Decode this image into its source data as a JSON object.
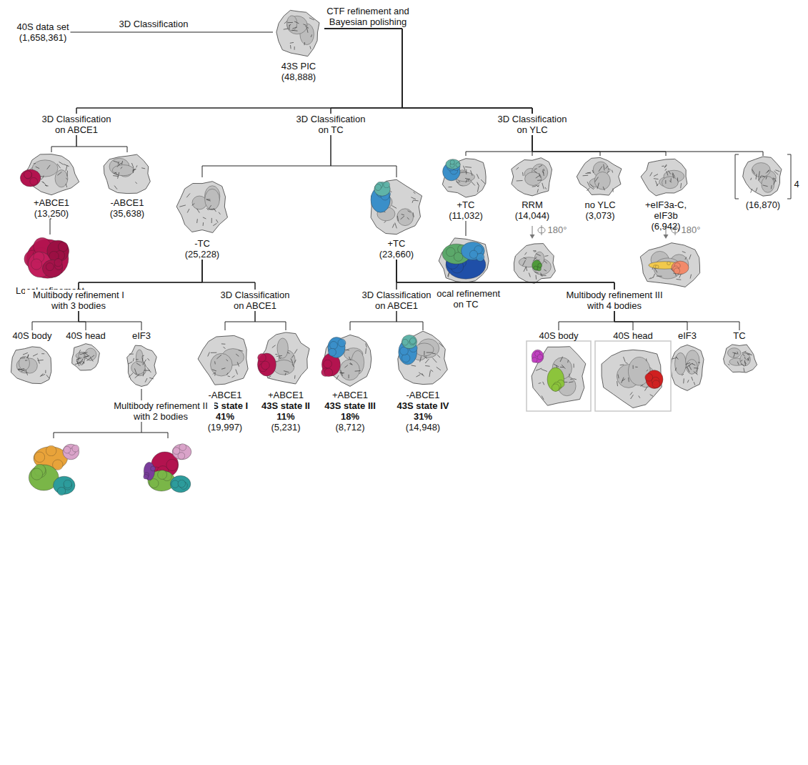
{
  "diagram": {
    "nodes": [
      {
        "text": [
          "40S data set",
          "(1,658,361)"
        ]
      },
      {
        "text": [
          "43S PIC",
          "(48,888)"
        ]
      },
      {
        "text": [
          "+ABCE1",
          "(13,250)"
        ]
      },
      {
        "text": [
          "-ABCE1",
          "(35,638)"
        ]
      },
      {
        "text": [
          "Local refinement on ABCE1"
        ]
      },
      {
        "text": [
          "+TC",
          "(11,032)"
        ]
      },
      {
        "text": [
          "RRM",
          "(14,044)"
        ]
      },
      {
        "text": [
          "no YLC",
          "(3,073)"
        ]
      },
      {
        "text": [
          "+eIF3a-C, eIF3b",
          "(6,942)"
        ]
      },
      {
        "text": [
          "(16,870)"
        ]
      },
      {
        "text": [
          "Local refinement on TC"
        ]
      },
      {
        "text": [
          "-TC",
          "(25,228)"
        ]
      },
      {
        "text": [
          "+TC",
          "(23,660)"
        ]
      },
      {
        "text": [
          "40S body"
        ]
      },
      {
        "text": [
          "40S head"
        ]
      },
      {
        "text": [
          "eIF3"
        ]
      },
      {
        "text": [
          "-ABCE1",
          "43S state I",
          "41%",
          "(19,997)"
        ]
      },
      {
        "text": [
          "+ABCE1",
          "43S state II",
          "11%",
          "(5,231)"
        ]
      },
      {
        "text": [
          "+ABCE1",
          "43S state III",
          "18%",
          "(8,712)"
        ]
      },
      {
        "text": [
          "-ABCE1",
          "43S state IV",
          "31%",
          "(14,948)"
        ]
      },
      {
        "text": [
          "40S body"
        ]
      },
      {
        "text": [
          "40S head"
        ]
      },
      {
        "text": [
          "eIF3"
        ]
      },
      {
        "text": [
          "TC"
        ]
      }
    ],
    "edges": [
      {
        "from": 0,
        "to": 1,
        "label": "3D Classification",
        "arrow": "none"
      },
      {
        "from": 1,
        "to": 2,
        "arrow": "none"
      },
      {
        "from": 1,
        "to": 3,
        "arrow": "none"
      },
      {
        "from": 2,
        "to": 4,
        "arrow": "none"
      },
      {
        "from": 1,
        "to": 5,
        "arrow": "none"
      },
      {
        "from": 1,
        "to": 6,
        "arrow": "none"
      },
      {
        "from": 1,
        "to": 7,
        "arrow": "none"
      },
      {
        "from": 1,
        "to": 8,
        "arrow": "none"
      },
      {
        "from": 1,
        "to": 9,
        "arrow": "none"
      },
      {
        "from": 5,
        "to": 10,
        "arrow": "none"
      },
      {
        "from": 1,
        "to": 11,
        "arrow": "none"
      },
      {
        "from": 1,
        "to": 12,
        "arrow": "none"
      },
      {
        "from": 11,
        "to": 13,
        "arrow": "none"
      },
      {
        "from": 11,
        "to": 14,
        "arrow": "none"
      },
      {
        "from": 11,
        "to": 15,
        "arrow": "none"
      },
      {
        "from": 11,
        "to": 16,
        "arrow": "none"
      },
      {
        "from": 11,
        "to": 17,
        "arrow": "none"
      },
      {
        "from": 12,
        "to": 18,
        "arrow": "none"
      },
      {
        "from": 12,
        "to": 19,
        "arrow": "none"
      },
      {
        "from": 12,
        "to": 20,
        "arrow": "none"
      },
      {
        "from": 12,
        "to": 21,
        "arrow": "none"
      },
      {
        "from": 12,
        "to": 22,
        "arrow": "none"
      },
      {
        "from": 12,
        "to": 23,
        "arrow": "none"
      }
    ],
    "labels": [
      "CTF refinement and Bayesian polishing",
      "3D Classification on ABCE1",
      "3D Classification on TC",
      "3D Classification on YLC",
      "4",
      "180°",
      "180°",
      "Multibody refinement I with 3 bodies",
      "3D Classification on ABCE1",
      "3D Classification on ABCE1",
      "Multibody refinement III with 4 bodies",
      "Multibody refinement II with 2 bodies"
    ]
  }
}
